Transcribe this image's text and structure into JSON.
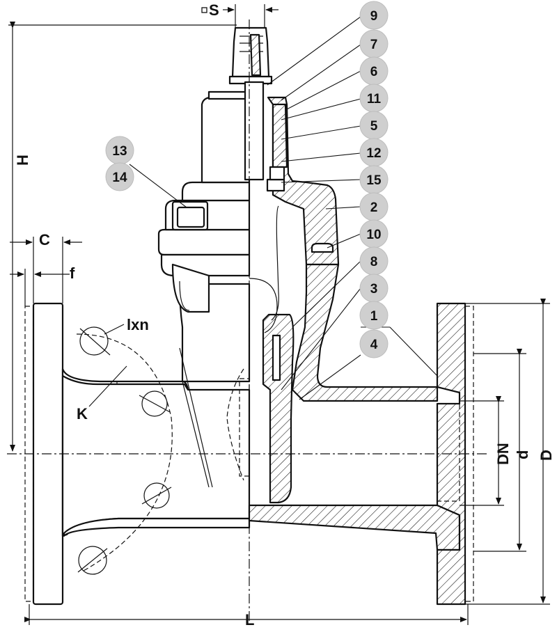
{
  "dimensions": {
    "H": "H",
    "C": "C",
    "f": "f",
    "L": "L",
    "D": "D",
    "d": "d",
    "DN": "DN",
    "S": "S",
    "lxn": "lxn",
    "K": "K"
  },
  "parts": [
    {
      "label": "9"
    },
    {
      "label": "7"
    },
    {
      "label": "6"
    },
    {
      "label": "11"
    },
    {
      "label": "5"
    },
    {
      "label": "12"
    },
    {
      "label": "15"
    },
    {
      "label": "2"
    },
    {
      "label": "10"
    },
    {
      "label": "8"
    },
    {
      "label": "3"
    },
    {
      "label": "1"
    },
    {
      "label": "4"
    },
    {
      "label": "13"
    },
    {
      "label": "14"
    }
  ],
  "colors": {
    "bubble_fill": "#cfcfcf",
    "line": "#111111"
  }
}
